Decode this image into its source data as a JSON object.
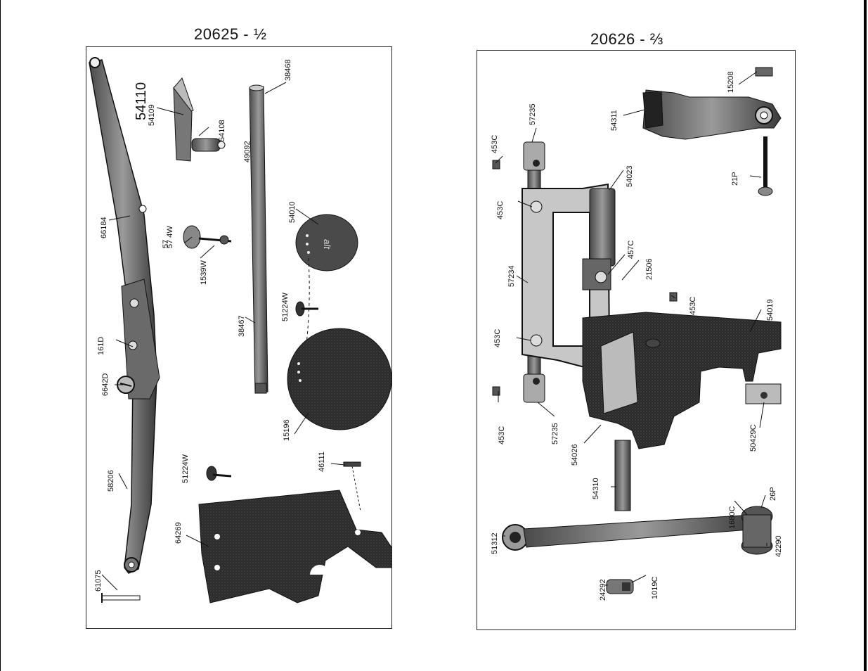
{
  "left_plate": {
    "title": "20625 - ½",
    "assembly_number": "54110",
    "callouts": [
      "54109",
      "54108",
      "49092",
      "38468",
      "66184",
      "57",
      "57 4W",
      "1539W",
      "54010",
      "38467",
      "51224W",
      "161D",
      "15196",
      "6642D",
      "58206",
      "51224W",
      "46111",
      "64269",
      "61075"
    ]
  },
  "right_plate": {
    "title": "20626 - ⅔",
    "callouts": [
      "15208",
      "54311",
      "453C",
      "57235",
      "54023",
      "21P",
      "453C",
      "457C",
      "57234",
      "21506",
      "453C",
      "54019",
      "453C",
      "453C",
      "57235",
      "54026",
      "50429C",
      "54310",
      "1680C",
      "26P",
      "51312",
      "42290",
      "24292",
      "1019C"
    ]
  }
}
